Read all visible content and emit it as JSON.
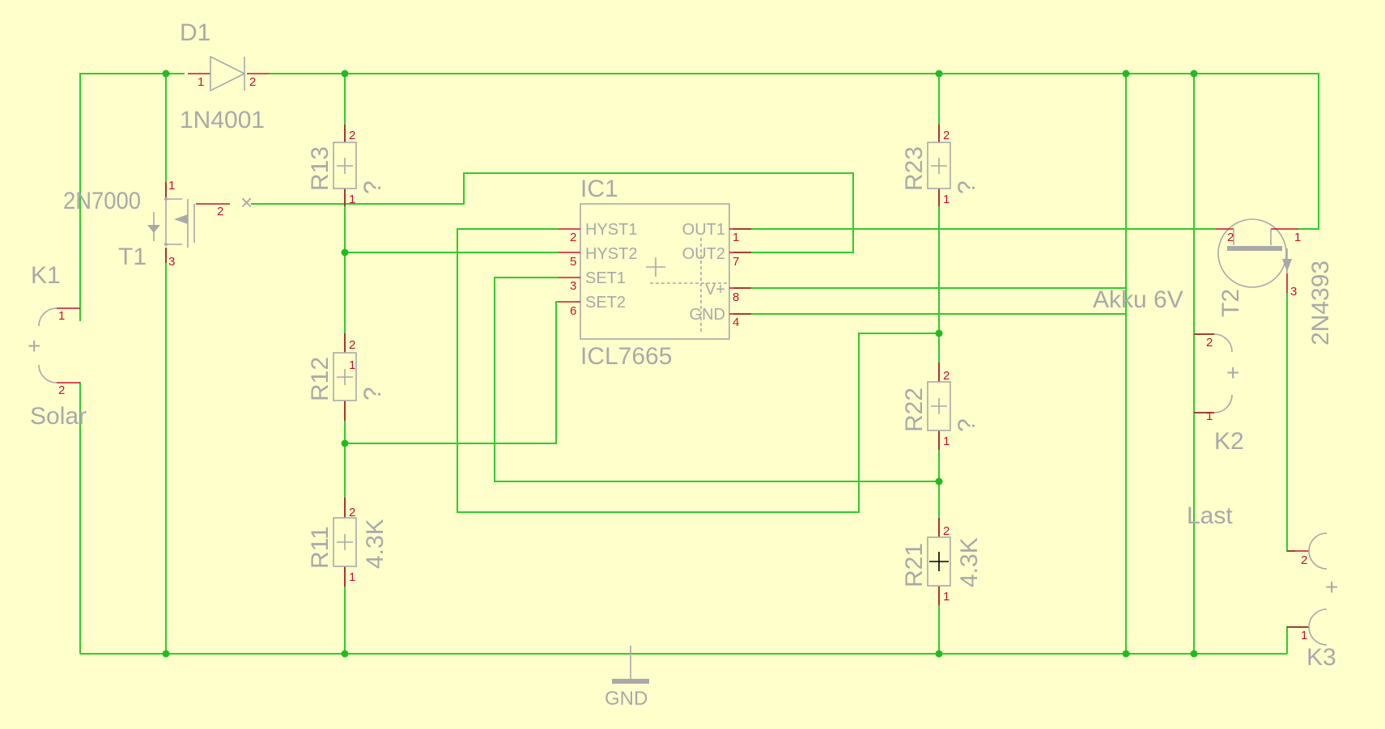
{
  "components": {
    "d1": {
      "ref": "D1",
      "value": "1N4001"
    },
    "t1": {
      "ref": "T1",
      "value": "2N7000"
    },
    "k1": {
      "ref": "K1",
      "value": "Solar"
    },
    "r13": {
      "ref": "R13",
      "value": "?"
    },
    "r12": {
      "ref": "R12",
      "value": "?"
    },
    "r11": {
      "ref": "R11",
      "value": "4.3K"
    },
    "r23": {
      "ref": "R23",
      "value": "?"
    },
    "r22": {
      "ref": "R22",
      "value": "?"
    },
    "r21": {
      "ref": "R21",
      "value": "4.3K"
    },
    "ic1": {
      "ref": "IC1",
      "value": "ICL7665",
      "pins_left": [
        "HYST1",
        "HYST2",
        "SET1",
        "SET2"
      ],
      "pins_right": [
        "OUT1",
        "OUT2",
        "V+",
        "GND"
      ]
    },
    "t2": {
      "ref": "T2"
    },
    "q2n4393": {
      "value": "2N4393"
    },
    "k2": {
      "ref": "K2",
      "value": "Last"
    },
    "k3": {
      "ref": "K3"
    },
    "gnd": {
      "label": "GND"
    },
    "akku": {
      "label": "Akku 6V"
    }
  },
  "pin_numbers": {
    "d1": [
      "1",
      "2"
    ],
    "t1": [
      "1",
      "2",
      "3"
    ],
    "k1": [
      "1",
      "2"
    ],
    "res": [
      "1",
      "2"
    ],
    "ic1_left": [
      "2",
      "5",
      "3",
      "6"
    ],
    "ic1_right": [
      "1",
      "7",
      "8",
      "4"
    ],
    "q": [
      "2",
      "1",
      "3"
    ],
    "t2": [
      "2"
    ],
    "k2": [
      "1"
    ],
    "k3": [
      "2",
      "1"
    ]
  },
  "symbols": {
    "plus": "+",
    "cross": "×"
  },
  "colors": {
    "background": "#ffffcc",
    "wire": "#2ecc2e",
    "pin": "#c8102e",
    "part": "#a9a9a9"
  }
}
